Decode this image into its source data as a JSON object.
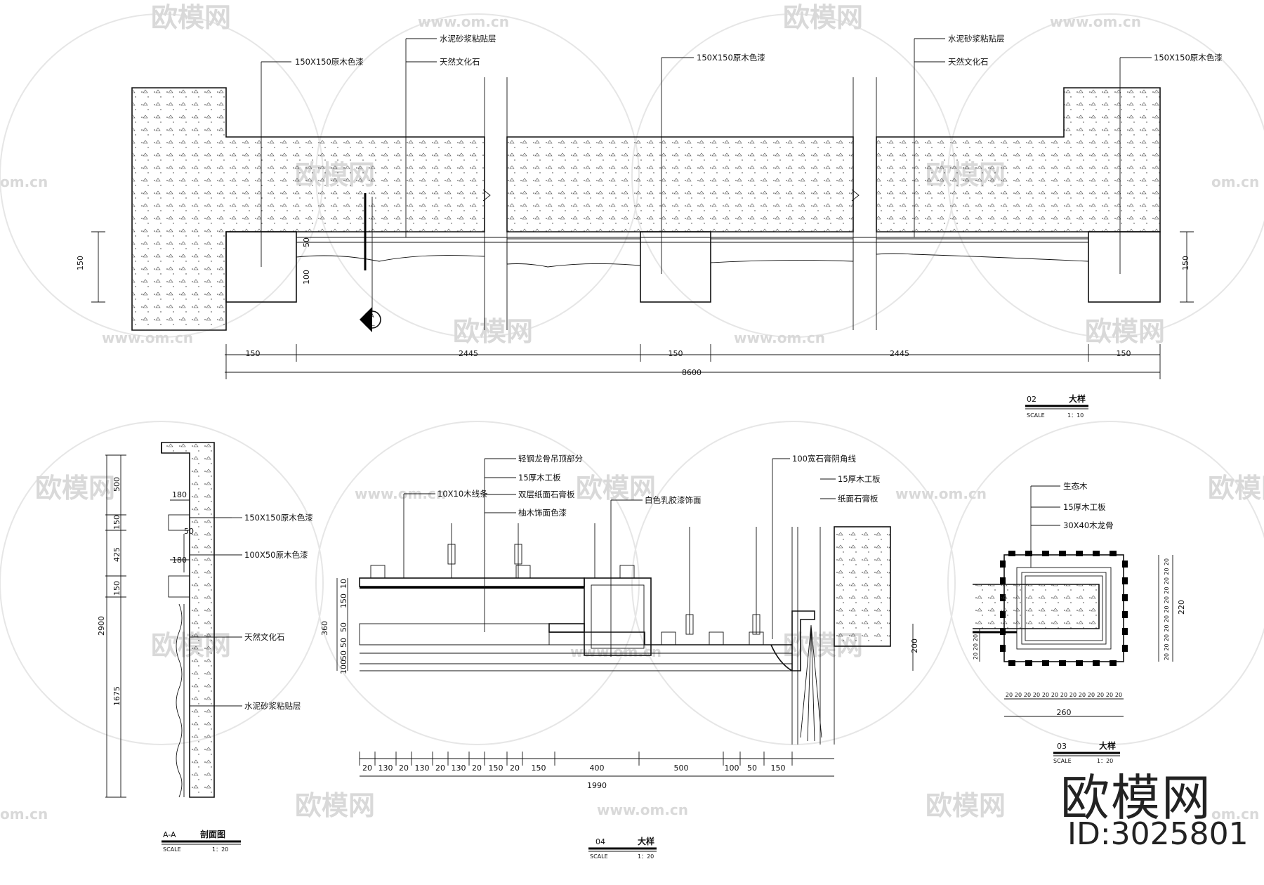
{
  "watermarks": {
    "logo": "欧模网",
    "url": "www.om.cn",
    "url_short": "om.cn"
  },
  "brand": {
    "name": "欧模网",
    "id": "ID:3025801"
  },
  "detail_02": {
    "labels": [
      "150X150原木色漆",
      "水泥砂浆粘贴层",
      "天然文化石",
      "150X150原木色漆",
      "水泥砂浆粘贴层",
      "天然文化石",
      "150X150原木色漆"
    ],
    "dims_bottom": [
      "150",
      "2445",
      "150",
      "2445",
      "150"
    ],
    "dim_total": "8600",
    "dims_side": [
      "150",
      "150",
      "100",
      "50"
    ],
    "section_mark": "A",
    "title_no": "02",
    "title": "大样",
    "scale_label": "SCALE",
    "scale": "1：10"
  },
  "section_aa": {
    "labels": [
      "150X150原木色漆",
      "100X50原木色漆",
      "天然文化石",
      "水泥砂浆粘贴层"
    ],
    "dims": [
      "500",
      "150",
      "425",
      "150",
      "1675"
    ],
    "dim_total": "2900",
    "dims_inner": [
      "180",
      "180",
      "50"
    ],
    "title_no": "A-A",
    "title": "剖面图",
    "scale_label": "SCALE",
    "scale": "1：20"
  },
  "detail_04": {
    "labels": [
      "10X10木线条",
      "轻钢龙骨吊顶部分",
      "15厚木工板",
      "双层纸面石膏板",
      "柚木饰面色漆",
      "白色乳胶漆饰面",
      "100宽石膏阴角线",
      "15厚木工板",
      "纸面石膏板"
    ],
    "dims_left": [
      "10",
      "150",
      "50",
      "50",
      "50",
      "100"
    ],
    "dim_left_total": "360",
    "dim_right": "200",
    "dims_bottom": [
      "20",
      "130",
      "20",
      "130",
      "20",
      "130",
      "20",
      "150",
      "20",
      "150",
      "400",
      "500",
      "100",
      "50",
      "150"
    ],
    "dim_total": "1990",
    "title_no": "04",
    "title": "大样",
    "scale_label": "SCALE",
    "scale": "1：20"
  },
  "detail_03": {
    "labels": [
      "生态木",
      "15厚木工板",
      "30X40木龙骨"
    ],
    "dims_bottom": [
      "20",
      "20",
      "20",
      "20",
      "20",
      "20",
      "20",
      "20",
      "20",
      "20",
      "20",
      "20",
      "20"
    ],
    "dim_total": "260",
    "dims_right": [
      "20",
      "20",
      "20",
      "20",
      "20",
      "20",
      "20",
      "20",
      "20",
      "20",
      "20"
    ],
    "dim_right_total": "220",
    "dims_left": [
      "20",
      "20",
      "20"
    ],
    "title_no": "03",
    "title": "大样",
    "scale_label": "SCALE",
    "scale": "1：20"
  }
}
